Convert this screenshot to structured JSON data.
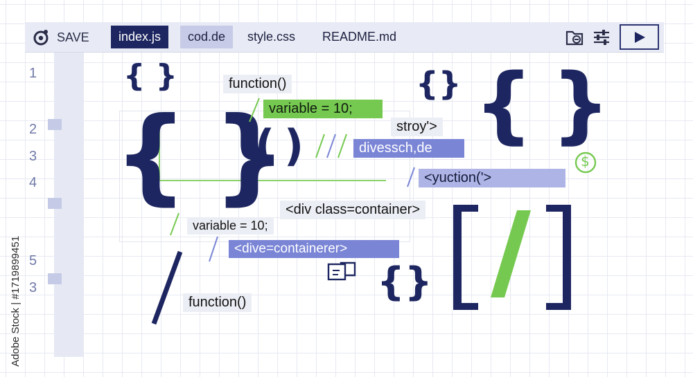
{
  "toolbar": {
    "save_label": "SAVE",
    "tabs": [
      {
        "label": "index.js",
        "state": "active"
      },
      {
        "label": "cod.de",
        "state": "selected"
      },
      {
        "label": "style.css",
        "state": "normal"
      },
      {
        "label": "README.md",
        "state": "normal"
      }
    ],
    "icons": [
      "save-gear-icon",
      "folder-icon",
      "sliders-icon",
      "play-icon"
    ]
  },
  "gutter": {
    "line_numbers": [
      "1",
      "2",
      "3",
      "4",
      "5",
      "3"
    ]
  },
  "code": {
    "function_1": "function()",
    "variable_1": "variable = 10;",
    "stroy": "stroy'>",
    "divessch": "divessch,de",
    "yuction": "<yuction('>",
    "div_class": "<div class=container>",
    "variable_2": "variable = 10;",
    "dive_container": "<dive=containerer>",
    "function_2": "function()"
  },
  "glyphs": {
    "brace_pair_small_1": "{ }",
    "brace_pair_small_2": "{}",
    "brace_pair_large_left": "{ }",
    "brace_pair_large_right": "{ }",
    "paren_pair": "( )",
    "brace_pair_bottom": "{}",
    "bracket_slash": "[ / ]",
    "dollar_icon": "$"
  },
  "watermark": {
    "side_text": "Adobe Stock | #1719899451"
  },
  "colors": {
    "navy": "#1d2660",
    "green": "#76c950",
    "blue_chip": "#7a85d6",
    "lavender_chip": "#aeb5e6",
    "toolbar_bg": "#e8ebf5"
  }
}
